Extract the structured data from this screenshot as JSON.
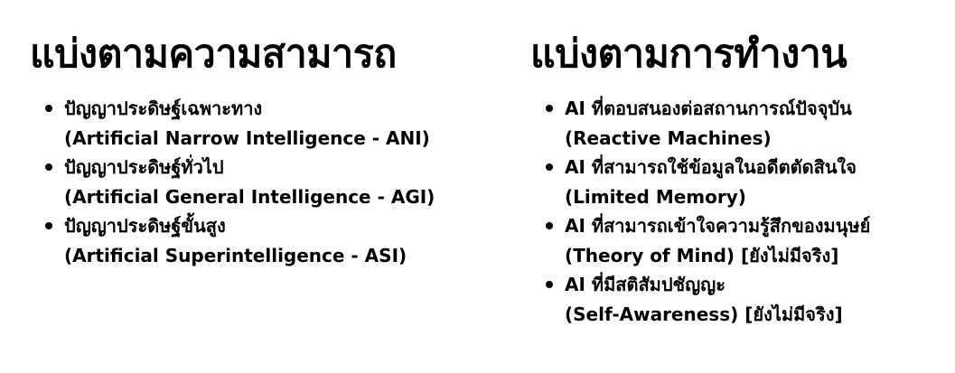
{
  "left": {
    "heading": "แบ่งตามความสามารถ",
    "items": [
      {
        "line1": "ปัญญาประดิษฐ์เฉพาะทาง",
        "line2": "(Artificial Narrow Intelligence - ANI)"
      },
      {
        "line1": "ปัญญาประดิษฐ์ทั่วไป",
        "line2": "(Artificial General Intelligence - AGI)"
      },
      {
        "line1": "ปัญญาประดิษฐ์ขั้นสูง",
        "line2": "(Artificial Superintelligence - ASI)"
      }
    ]
  },
  "right": {
    "heading": "แบ่งตามการทำงาน",
    "items": [
      {
        "line1": "AI ที่ตอบสนองต่อสถานการณ์ปัจจุบัน",
        "line2": "(Reactive Machines)"
      },
      {
        "line1": "AI ที่สามารถใช้ข้อมูลในอดีตตัดสินใจ",
        "line2": "(Limited Memory)"
      },
      {
        "line1": "AI ที่สามารถเข้าใจความรู้สึกของมนุษย์",
        "line2": "(Theory of Mind) [ยังไม่มีจริง]"
      },
      {
        "line1": "AI ที่มีสติสัมปชัญญะ",
        "line2": "(Self-Awareness) [ยังไม่มีจริง]"
      }
    ]
  }
}
